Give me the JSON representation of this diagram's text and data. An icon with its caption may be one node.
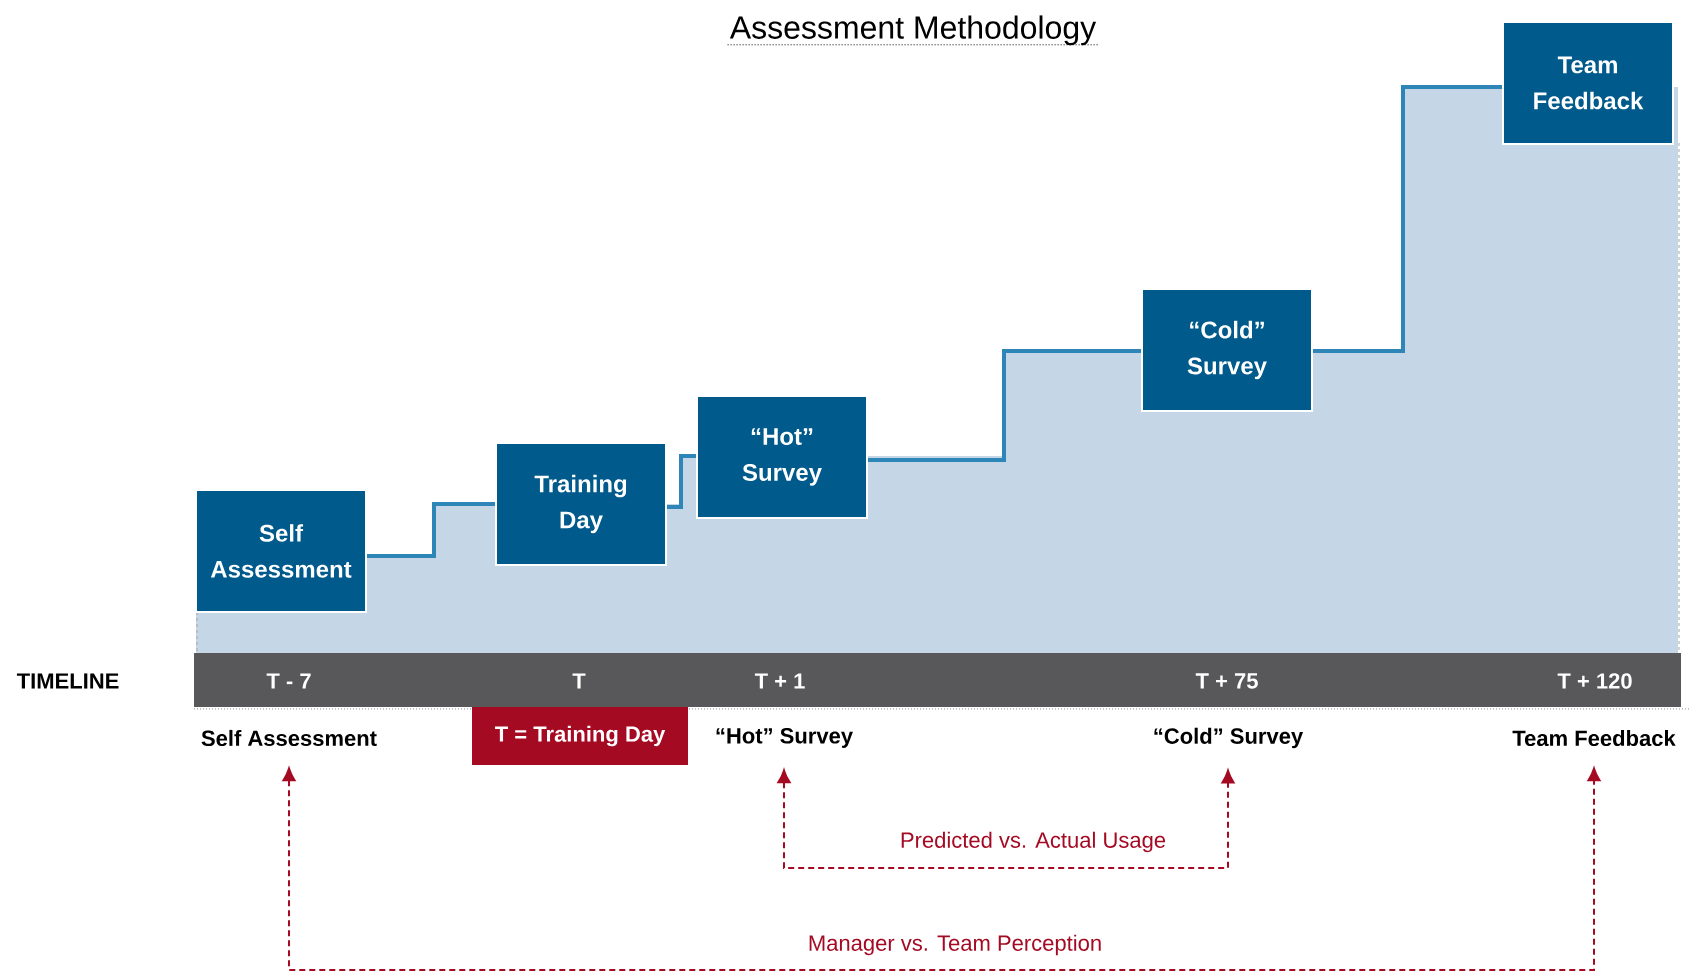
{
  "diagram": {
    "title": "Assessment Methodology",
    "nodes": [
      {
        "text": [
          "Self Assessment"
        ]
      },
      {
        "text": [
          "Training Day"
        ]
      },
      {
        "text": [
          "“Hot” Survey"
        ]
      },
      {
        "text": [
          "“Cold” Survey"
        ]
      },
      {
        "text": [
          "Team Feedback"
        ]
      },
      {
        "text": [
          "Self Assessment"
        ]
      },
      {
        "text": [
          "T = Training Day"
        ]
      },
      {
        "text": [
          "“Hot” Survey"
        ]
      },
      {
        "text": [
          "“Cold” Survey"
        ]
      },
      {
        "text": [
          "Team Feedback"
        ]
      }
    ],
    "edges": [
      {
        "from": 0,
        "to": 1,
        "arrow": "none"
      },
      {
        "from": 1,
        "to": 2,
        "arrow": "none"
      },
      {
        "from": 2,
        "to": 3,
        "arrow": "none"
      },
      {
        "from": 3,
        "to": 4,
        "arrow": "none"
      },
      {
        "from": 7,
        "to": 8,
        "arrow": "both",
        "label": "Predicted vs. Actual Usage",
        "style": "dashed",
        "color": "#a50a23"
      },
      {
        "from": 5,
        "to": 9,
        "arrow": "both",
        "label": "Manager vs. Team Perception",
        "style": "dashed",
        "color": "#a50a23"
      }
    ],
    "labels": [
      "TIMELINE",
      "T - 7",
      "T",
      "T + 1",
      "T + 75",
      "T + 120"
    ]
  }
}
